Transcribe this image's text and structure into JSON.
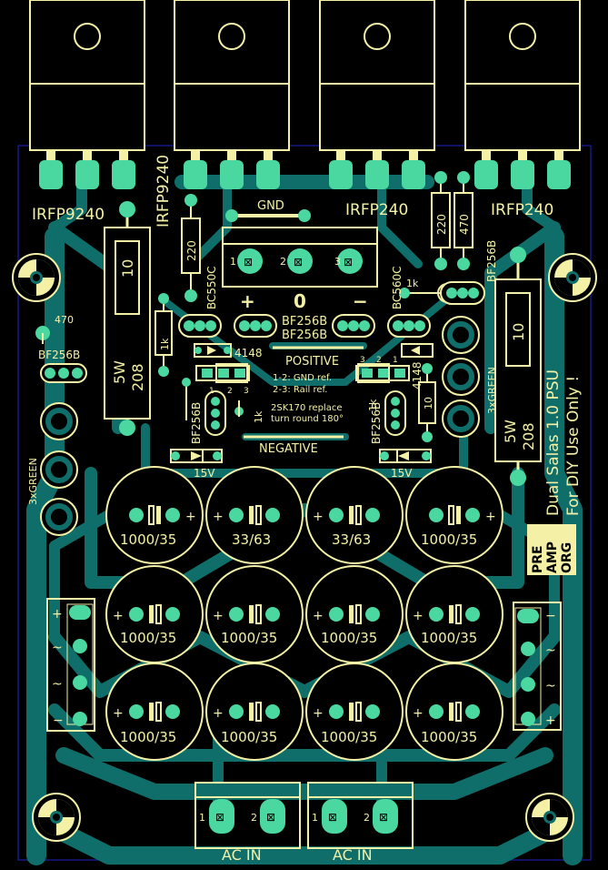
{
  "colors": {
    "background": "#000000",
    "copper": "#0f6e6a",
    "silkscreen": "#f4f1a6",
    "pad": "#4ad7a0",
    "outline": "#2222cc"
  },
  "transistors": {
    "q1": "IRFP9240",
    "q2": "IRFP9240",
    "q3": "IRFP240",
    "q4": "IRFP240"
  },
  "labels": {
    "gnd": "GND",
    "plus": "+",
    "zero": "0",
    "minus": "−",
    "positive": "POSITIVE",
    "negative": "NEGATIVE",
    "note1": "1-2: GND ref.",
    "note2": "2-3: Rail ref.",
    "note3": "2SK170 replace",
    "note4": "turn round 180°",
    "ac_in": "AC IN",
    "title_line1": "Dual Salas 1.0 PSU",
    "title_line2": "For DIY Use Only !",
    "logo": [
      "PRE",
      "AMP",
      "ORG"
    ]
  },
  "components": {
    "r220": "220",
    "r470": "470",
    "r10": "10",
    "r5w": "5W",
    "r208": "208",
    "r1k": "1k",
    "bf256b": "BF256B",
    "bf256b_pair": "BF256B",
    "bc550c": "BC550C",
    "bc560c": "BC560C",
    "d4148": "4148",
    "z15v": "15V",
    "green3": "3xGREEN",
    "cap_small": "33/63",
    "cap_big": "1000/35"
  },
  "connectors": {
    "n1": "1",
    "n2": "2",
    "n3": "3",
    "ac_plus": "+",
    "ac_tilde": "~",
    "ac_minus": "−"
  }
}
